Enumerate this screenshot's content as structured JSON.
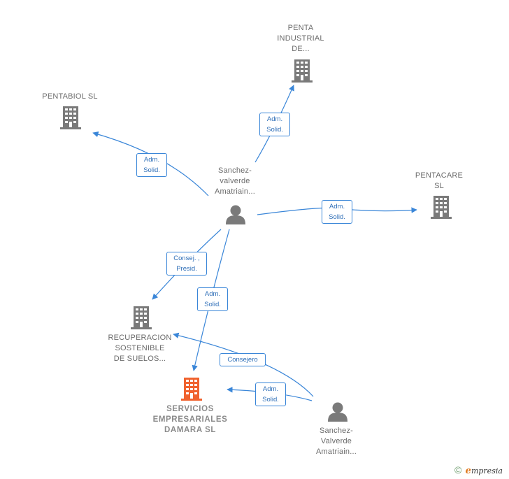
{
  "nodes": {
    "penta_industrial": {
      "label": "PENTA\nINDUSTRIAL\nDE...",
      "type": "company"
    },
    "pentabiol": {
      "label": "PENTABIOL  SL",
      "type": "company"
    },
    "pentacare": {
      "label": "PENTACARE\nSL",
      "type": "company"
    },
    "recuperacion": {
      "label": "RECUPERACION\nSOSTENIBLE\nDE SUELOS...",
      "type": "company"
    },
    "servicios": {
      "label": "SERVICIOS\nEMPRESARIALES\nDAMARA  SL",
      "type": "company-main"
    },
    "person1": {
      "label": "Sanchez-\nvalverde\nAmatriain...",
      "type": "person"
    },
    "person2": {
      "label": "Sanchez-\nValverde\nAmatriain...",
      "type": "person"
    }
  },
  "edges": [
    {
      "id": "e1",
      "from": "person1",
      "to": "penta_industrial",
      "label": "Adm.\nSolid."
    },
    {
      "id": "e2",
      "from": "person1",
      "to": "pentabiol",
      "label": "Adm.\nSolid."
    },
    {
      "id": "e3",
      "from": "person1",
      "to": "pentacare",
      "label": "Adm.\nSolid."
    },
    {
      "id": "e4",
      "from": "person1",
      "to": "recuperacion",
      "label": "Consej. ,\nPresid."
    },
    {
      "id": "e5",
      "from": "person1",
      "to": "servicios",
      "label": "Adm.\nSolid."
    },
    {
      "id": "e6",
      "from": "person2",
      "to": "recuperacion",
      "label": "Consejero"
    },
    {
      "id": "e7",
      "from": "person2",
      "to": "servicios",
      "label": "Adm.\nSolid."
    }
  ],
  "colors": {
    "edge": "#3a86d8",
    "building": "#7a7a7a",
    "building_main": "#f0622e",
    "person": "#7a7a7a"
  },
  "footer": {
    "copyright": "©",
    "brand_initial": "e",
    "brand_rest": "mpresia"
  }
}
